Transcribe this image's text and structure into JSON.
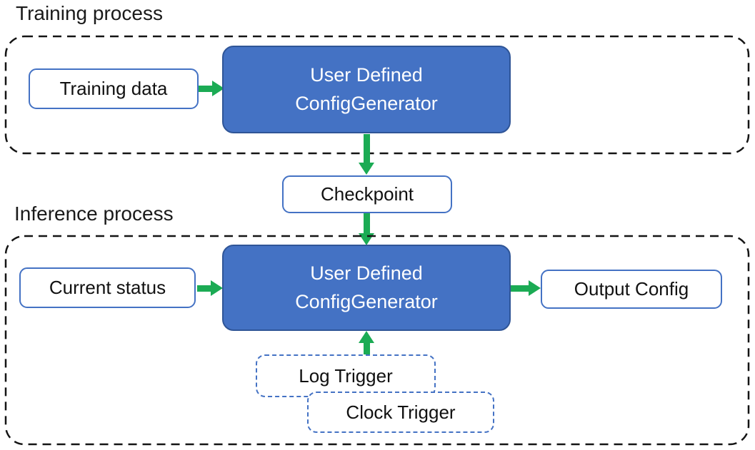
{
  "training": {
    "label": "Training process",
    "input_label": "Training data",
    "node_label_line1": "User Defined",
    "node_label_line2": "ConfigGenerator"
  },
  "checkpoint": {
    "label": "Checkpoint"
  },
  "inference": {
    "label": "Inference process",
    "input_label": "Current status",
    "node_label_line1": "User Defined",
    "node_label_line2": "ConfigGenerator",
    "output_label": "Output Config",
    "trigger_labels": [
      "Log Trigger",
      "Clock Trigger"
    ]
  },
  "colors": {
    "node_fill": "#4472C4",
    "node_border": "#2F5597",
    "io_box_border": "#4472C4",
    "trigger_box_border": "#4472C4",
    "arrow_green": "#1BAB54",
    "container_dash_black": "#141414",
    "text_dark": "#111111",
    "text_light": "#ffffff"
  }
}
